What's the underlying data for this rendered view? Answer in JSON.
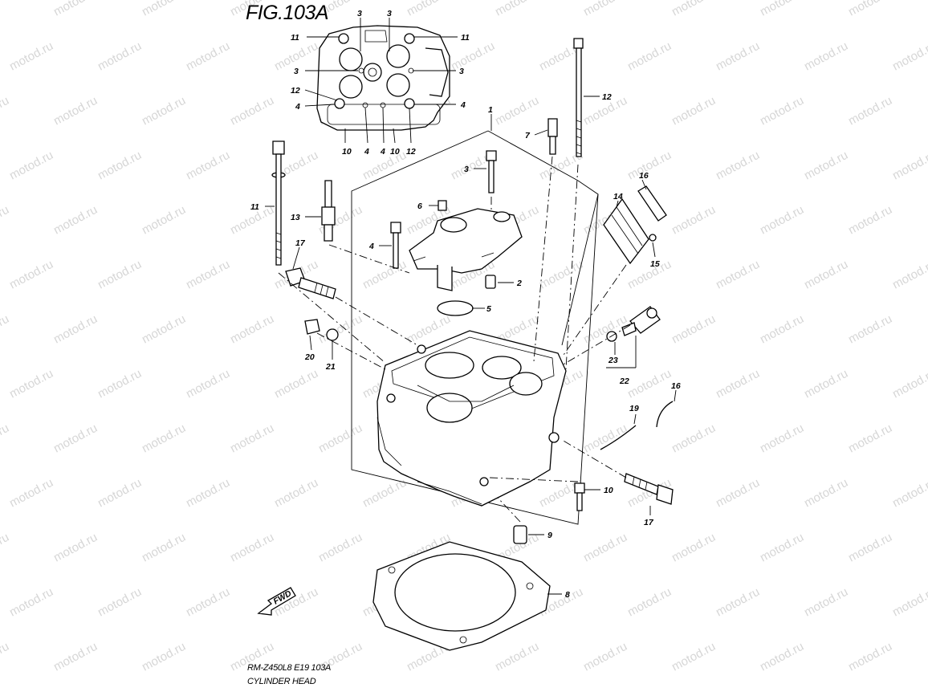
{
  "figure": {
    "title": "FIG.103A",
    "model_code": "RM-Z450L8  E19  103A",
    "caption": "CYLINDER HEAD",
    "watermark": "motod.ru",
    "direction_label": "FWD"
  },
  "inset_callouts": [
    {
      "num": "3"
    },
    {
      "num": "3"
    },
    {
      "num": "11"
    },
    {
      "num": "11"
    },
    {
      "num": "3"
    },
    {
      "num": "3"
    },
    {
      "num": "12"
    },
    {
      "num": "4"
    },
    {
      "num": "4"
    },
    {
      "num": "10"
    },
    {
      "num": "4"
    },
    {
      "num": "4"
    },
    {
      "num": "10"
    },
    {
      "num": "12"
    }
  ],
  "main_callouts": [
    {
      "num": "1"
    },
    {
      "num": "12"
    },
    {
      "num": "7"
    },
    {
      "num": "3"
    },
    {
      "num": "16"
    },
    {
      "num": "14"
    },
    {
      "num": "11"
    },
    {
      "num": "13"
    },
    {
      "num": "6"
    },
    {
      "num": "4"
    },
    {
      "num": "17"
    },
    {
      "num": "15"
    },
    {
      "num": "2"
    },
    {
      "num": "5"
    },
    {
      "num": "20"
    },
    {
      "num": "21"
    },
    {
      "num": "23"
    },
    {
      "num": "22"
    },
    {
      "num": "16"
    },
    {
      "num": "19"
    },
    {
      "num": "10"
    },
    {
      "num": "17"
    },
    {
      "num": "9"
    },
    {
      "num": "8"
    }
  ]
}
